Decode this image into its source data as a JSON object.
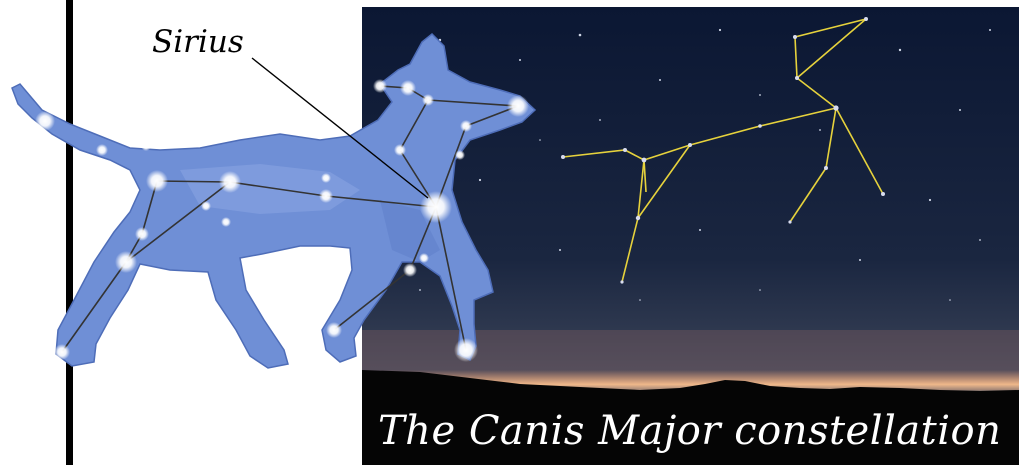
{
  "labels": {
    "star_name": "Sirius",
    "caption": "The Canis Major constellation"
  },
  "colors": {
    "dog_fill": "#6f8fd6",
    "sky_top": "#0b1733",
    "sky_bottom": "#3a4358",
    "constellation_line": "#e6d23c",
    "horizon_glow": "#ffb07a"
  },
  "icons": [
    "dog-silhouette",
    "constellation-lines",
    "star-dots",
    "horizon-silhouette"
  ]
}
